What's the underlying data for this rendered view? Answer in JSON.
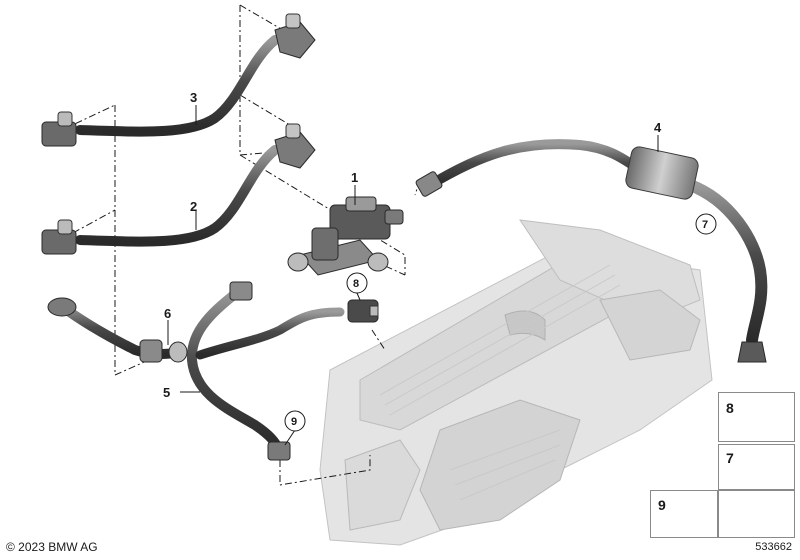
{
  "callouts": {
    "c1": "1",
    "c2": "2",
    "c3": "3",
    "c4": "4",
    "c5": "5",
    "c6": "6",
    "c7": "7",
    "c8": "8",
    "c9": "9"
  },
  "legend": {
    "item8": "8",
    "item7": "7",
    "item9": "9"
  },
  "footer": {
    "copyright": "© 2023 BMW AG",
    "diagram_number": "533662"
  },
  "colors": {
    "hose": "#3e3e3e",
    "hose_highlight": "#8a8a8a",
    "part_gray": "#cfcfcf",
    "engine_gray": "#d9d9d9"
  }
}
